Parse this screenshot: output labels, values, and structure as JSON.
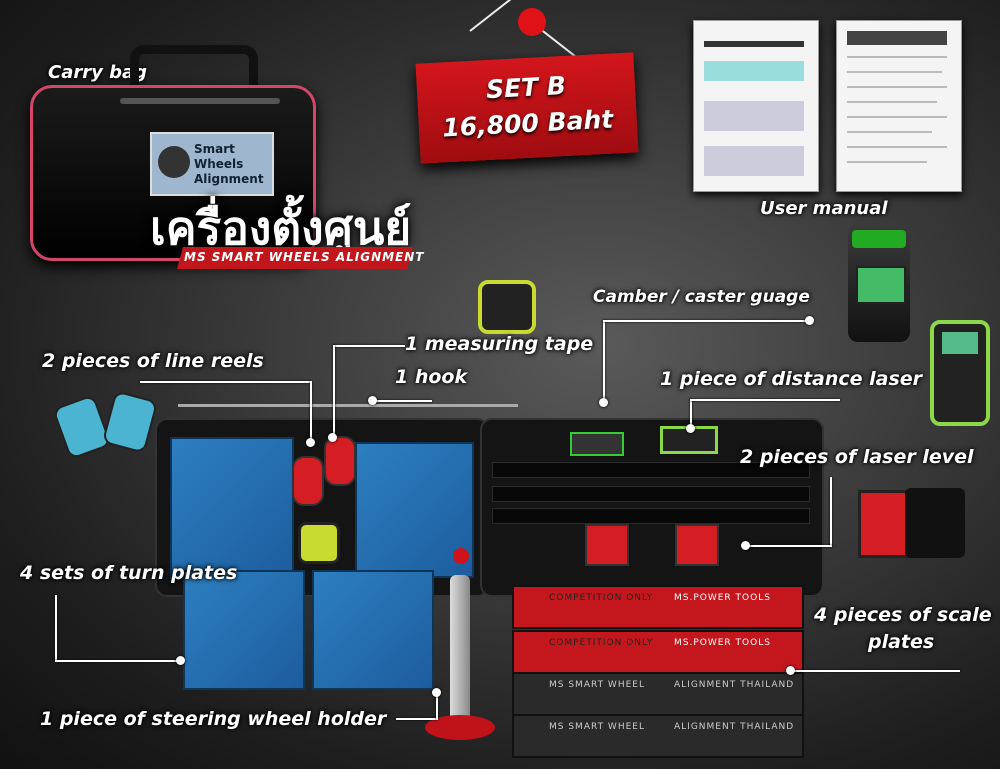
{
  "price_banner": {
    "set": "SET B",
    "price": "16,800 Baht"
  },
  "title": {
    "thai": "เครื่องตั้งศูนย์",
    "sub": "MS SMART WHEELS ALIGNMENT"
  },
  "bag": {
    "label": "Carry bag",
    "logo_text": "Smart Wheels Alignment"
  },
  "manual": {
    "label": "User manual"
  },
  "callouts": {
    "camber": "Camber / caster guage",
    "tape": "1 measuring tape",
    "reels": "2 pieces of line reels",
    "hook": "1 hook",
    "distance_laser": "1 piece of distance laser",
    "laser_level": "2 pieces of laser level",
    "turn_plates": "4 sets of turn plates",
    "scale_plates_1": "4 pieces of scale",
    "scale_plates_2": "plates",
    "steering_holder": "1 piece of steering wheel holder"
  },
  "scale_text": {
    "a": "COMPETITION ONLY",
    "b": "MS.POWER TOOLS",
    "c": "MS SMART WHEEL",
    "d": "ALIGNMENT THAILAND"
  },
  "colors": {
    "accent": "#d3161c",
    "pad": "#2d7fc0",
    "laser_green": "#8cd84a"
  }
}
